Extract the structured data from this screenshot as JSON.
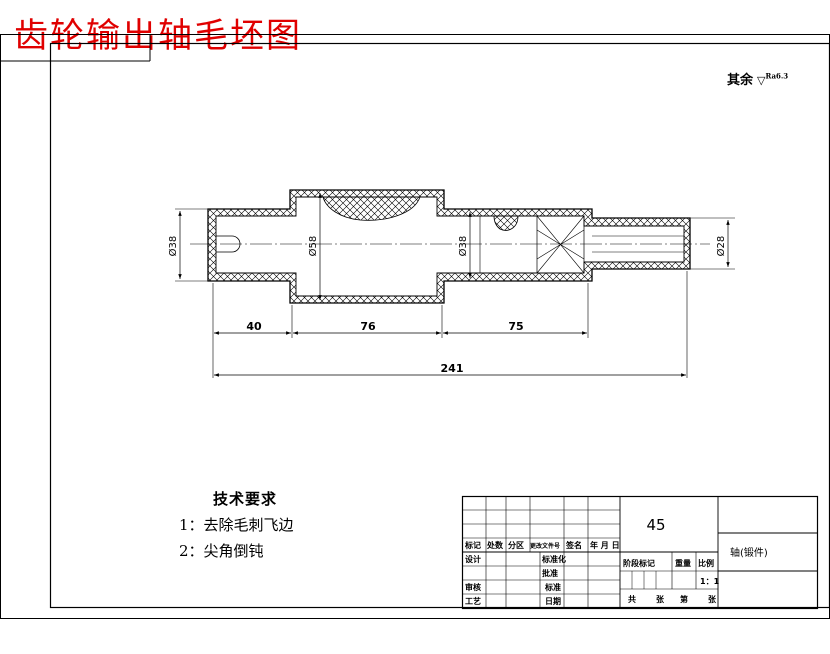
{
  "title": "齿轮输出轴毛坯图",
  "roughness": {
    "label": "其余",
    "symbol": "▽",
    "value": "Ra6.3"
  },
  "drawing": {
    "diameters": [
      "Ø38",
      "Ø58",
      "Ø38",
      "Ø28"
    ],
    "lengths": [
      "40",
      "76",
      "75"
    ],
    "total_length": "241"
  },
  "requirements": {
    "heading": "技术要求",
    "items": [
      "1：去除毛刺飞边",
      "2：尖角倒钝"
    ]
  },
  "title_block": {
    "material": "45",
    "part_name": "轴(锻件)",
    "scale": "1：1",
    "header_cols": [
      "标记",
      "处数",
      "分区",
      "更改文件号",
      "签名",
      "年 月 日"
    ],
    "row_labels": [
      "设计",
      "审核",
      "工艺"
    ],
    "mid_labels": [
      "标准化",
      "批准",
      "标准",
      "日期"
    ],
    "stage_labels": [
      "阶段标记",
      "重量",
      "比例"
    ],
    "sheet_labels": [
      "共",
      "张",
      "第",
      "张"
    ]
  }
}
